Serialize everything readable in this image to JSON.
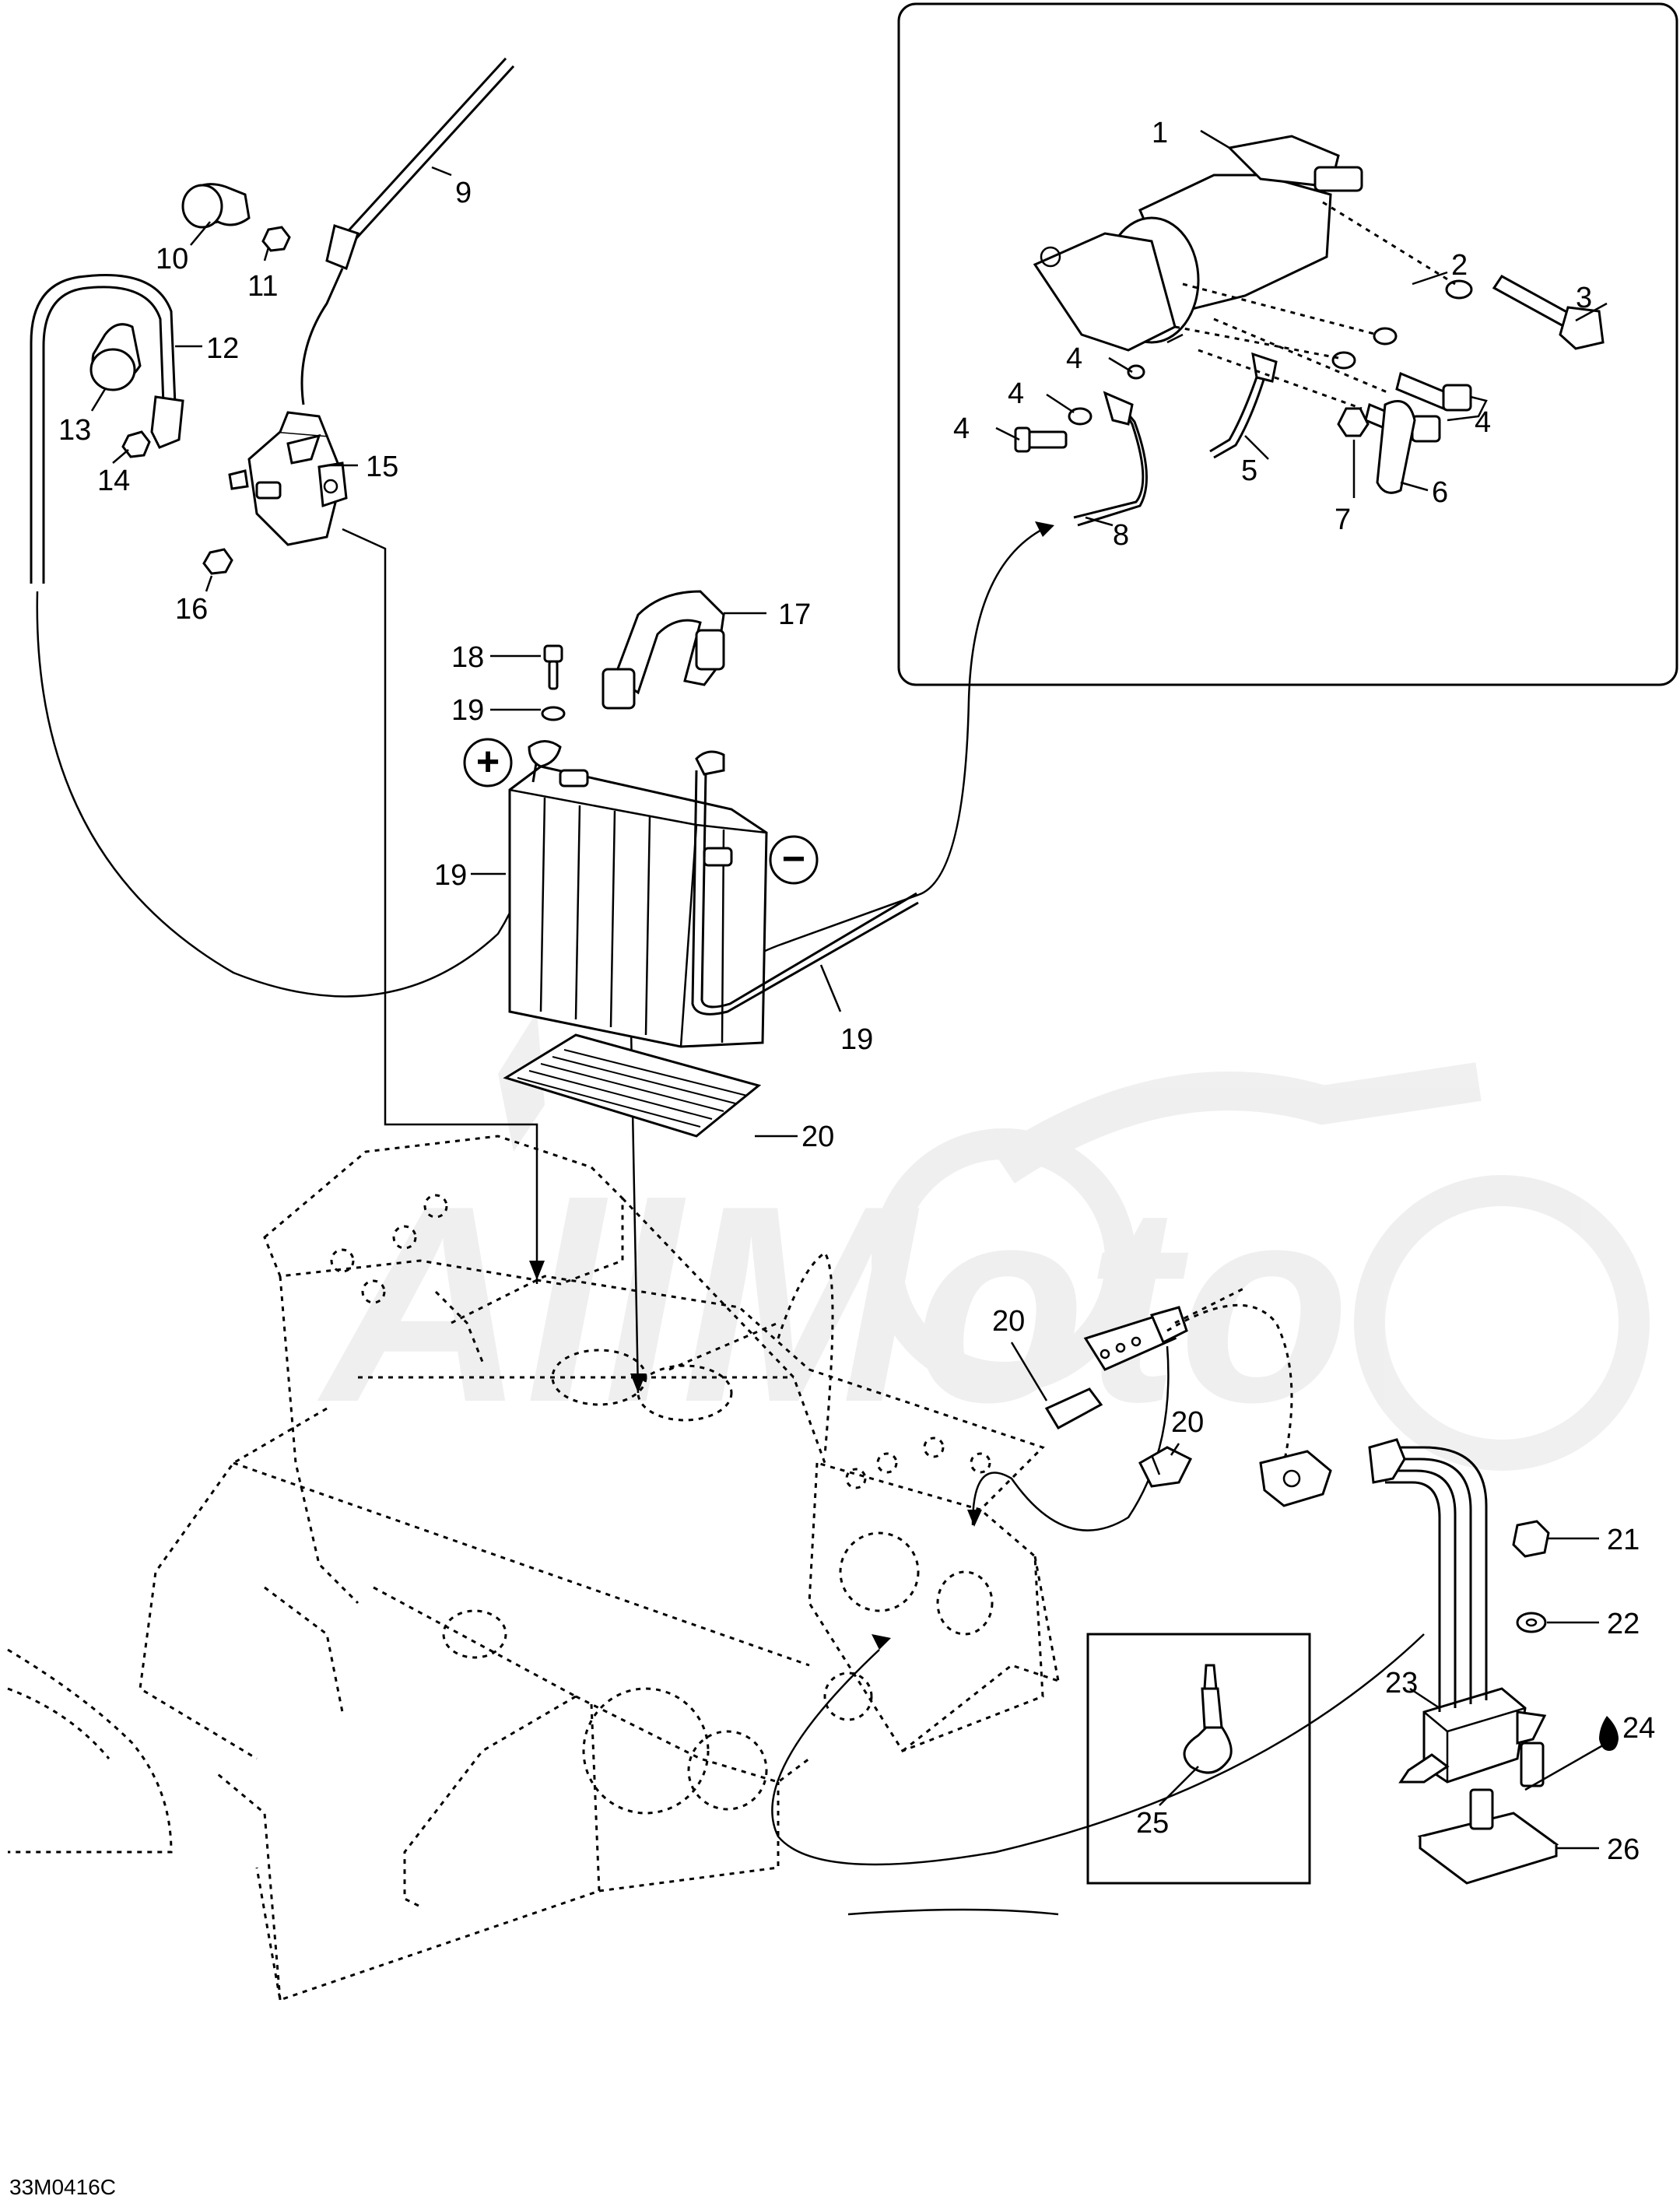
{
  "diagram_code": "33M0416C",
  "watermark": "AllMoto",
  "terminal_symbols": {
    "positive": "+",
    "negative": "−"
  },
  "callouts": [
    {
      "id": "c1",
      "label": "1"
    },
    {
      "id": "c2",
      "label": "2"
    },
    {
      "id": "c3",
      "label": "3"
    },
    {
      "id": "c4a",
      "label": "4"
    },
    {
      "id": "c4b",
      "label": "4"
    },
    {
      "id": "c4c",
      "label": "4"
    },
    {
      "id": "c4d",
      "label": "4"
    },
    {
      "id": "c5",
      "label": "5"
    },
    {
      "id": "c6",
      "label": "6"
    },
    {
      "id": "c7",
      "label": "7"
    },
    {
      "id": "c8",
      "label": "8"
    },
    {
      "id": "c9",
      "label": "9"
    },
    {
      "id": "c10",
      "label": "10"
    },
    {
      "id": "c11",
      "label": "11"
    },
    {
      "id": "c12",
      "label": "12"
    },
    {
      "id": "c13",
      "label": "13"
    },
    {
      "id": "c14",
      "label": "14"
    },
    {
      "id": "c15",
      "label": "15"
    },
    {
      "id": "c16",
      "label": "16"
    },
    {
      "id": "c17",
      "label": "17"
    },
    {
      "id": "c18",
      "label": "18"
    },
    {
      "id": "c19a",
      "label": "19"
    },
    {
      "id": "c19b",
      "label": "19"
    },
    {
      "id": "c19c",
      "label": "19"
    },
    {
      "id": "c20a",
      "label": "20"
    },
    {
      "id": "c20b",
      "label": "20"
    },
    {
      "id": "c20c",
      "label": "20"
    },
    {
      "id": "c21",
      "label": "21"
    },
    {
      "id": "c22",
      "label": "22"
    },
    {
      "id": "c23",
      "label": "23"
    },
    {
      "id": "c24",
      "label": "24"
    },
    {
      "id": "c25",
      "label": "25"
    },
    {
      "id": "c26",
      "label": "26"
    }
  ]
}
